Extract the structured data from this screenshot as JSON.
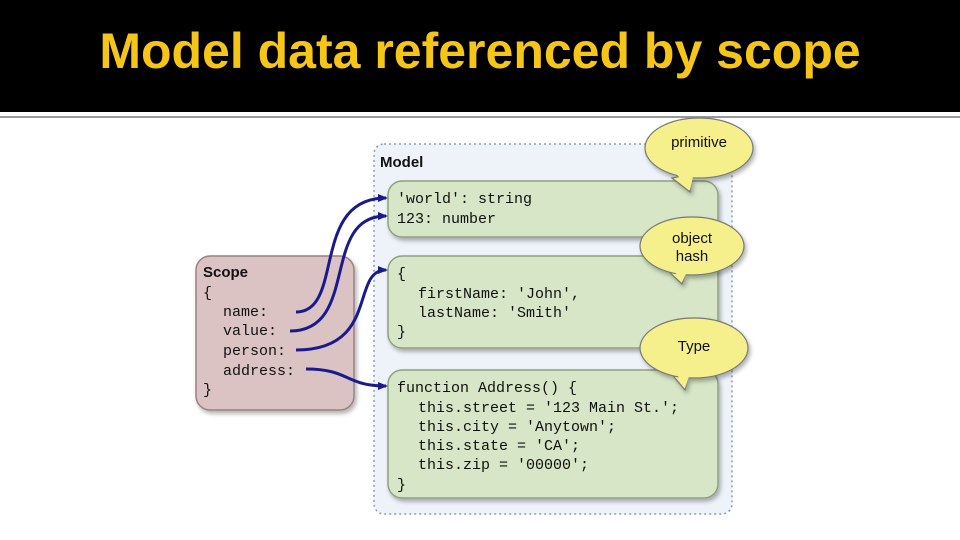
{
  "slide": {
    "title": "Model data referenced by scope",
    "title_color": "#f5c518",
    "title_bar_color": "#000000"
  },
  "diagram": {
    "model_label": "Model",
    "scope_label": "Scope",
    "scope_lines": [
      "{",
      "name:",
      "value:",
      "person:",
      "address:",
      "}"
    ],
    "primitive_box": [
      "'world': string",
      "123: number"
    ],
    "object_box": [
      "{",
      "firstName: 'John',",
      "lastName: 'Smith'",
      "}"
    ],
    "type_box": [
      "function Address() {",
      "this.street = '123 Main St.';",
      "this.city = 'Anytown';",
      "this.state = 'CA';",
      "this.zip = '00000';",
      "}"
    ],
    "bubbles": {
      "primitive": "primitive",
      "object_line1": "object",
      "object_line2": "hash",
      "type": "Type"
    },
    "colors": {
      "scope_fill": "#dcc3c3",
      "scope_stroke": "#9a8080",
      "model_fill": "#eef3fa",
      "box_fill": "#d6e6c6",
      "box_stroke": "#8fa07f",
      "bubble_fill": "#f6f08c",
      "arrow": "#1a1a8c"
    }
  }
}
